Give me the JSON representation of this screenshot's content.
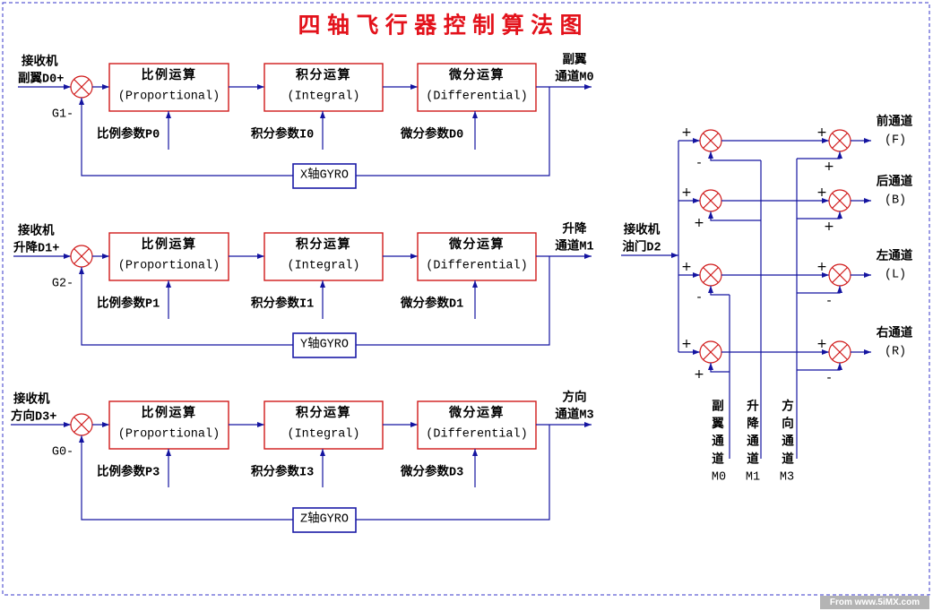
{
  "title": "四轴飞行器控制算法图",
  "loops": [
    {
      "receiver_label": "接收机",
      "input_label": "副翼D0+",
      "feedback_label": "G1-",
      "blocks": [
        {
          "title": "比例运算",
          "subtitle": "(Proportional)",
          "param_label": "比例参数P0"
        },
        {
          "title": "积分运算",
          "subtitle": "(Integral)",
          "param_label": "积分参数I0"
        },
        {
          "title": "微分运算",
          "subtitle": "(Differential)",
          "param_label": "微分参数D0"
        }
      ],
      "output_label_top": "副翼",
      "output_label_bottom": "通道M0",
      "sensor_label": "X轴GYRO"
    },
    {
      "receiver_label": "接收机",
      "input_label": "升降D1+",
      "feedback_label": "G2-",
      "blocks": [
        {
          "title": "比例运算",
          "subtitle": "(Proportional)",
          "param_label": "比例参数P1"
        },
        {
          "title": "积分运算",
          "subtitle": "(Integral)",
          "param_label": "积分参数I1"
        },
        {
          "title": "微分运算",
          "subtitle": "(Differential)",
          "param_label": "微分参数D1"
        }
      ],
      "output_label_top": "升降",
      "output_label_bottom": "通道M1",
      "sensor_label": "Y轴GYRO"
    },
    {
      "receiver_label": "接收机",
      "input_label": "方向D3+",
      "feedback_label": "G0-",
      "blocks": [
        {
          "title": "比例运算",
          "subtitle": "(Proportional)",
          "param_label": "比例参数P3"
        },
        {
          "title": "积分运算",
          "subtitle": "(Integral)",
          "param_label": "积分参数I3"
        },
        {
          "title": "微分运算",
          "subtitle": "(Differential)",
          "param_label": "微分参数D3"
        }
      ],
      "output_label_top": "方向",
      "output_label_bottom": "通道M3",
      "sensor_label": "Z轴GYRO"
    }
  ],
  "mixer": {
    "receiver_label": "接收机",
    "input_label": "油门D2",
    "channels": [
      {
        "label": "前通道",
        "code": "(F)",
        "left_signs": [
          "+",
          "-"
        ],
        "right_signs": [
          "+",
          "+"
        ]
      },
      {
        "label": "后通道",
        "code": "(B)",
        "left_signs": [
          "+",
          "+"
        ],
        "right_signs": [
          "+",
          "+"
        ]
      },
      {
        "label": "左通道",
        "code": "(L)",
        "left_signs": [
          "+",
          "-"
        ],
        "right_signs": [
          "+",
          "-"
        ]
      },
      {
        "label": "右通道",
        "code": "(R)",
        "left_signs": [
          "+",
          "+"
        ],
        "right_signs": [
          "+",
          "-"
        ]
      }
    ],
    "control_inputs": [
      {
        "label_chars": [
          "副",
          "翼",
          "通",
          "道"
        ],
        "code": "M0"
      },
      {
        "label_chars": [
          "升",
          "降",
          "通",
          "道"
        ],
        "code": "M1"
      },
      {
        "label_chars": [
          "方",
          "向",
          "通",
          "道"
        ],
        "code": "M3"
      }
    ]
  },
  "watermark": "From www.5iMX.com",
  "colors": {
    "title": "#e3121b",
    "block_border": "#d01a1a",
    "sensor_border": "#1b1ba6",
    "connector": "#1414a0",
    "summing_junction": "#d01a1a",
    "page_border": "#3434c8",
    "text": "#000000",
    "watermark_background": "#b4b4b4",
    "watermark_text": "#ffffff"
  }
}
